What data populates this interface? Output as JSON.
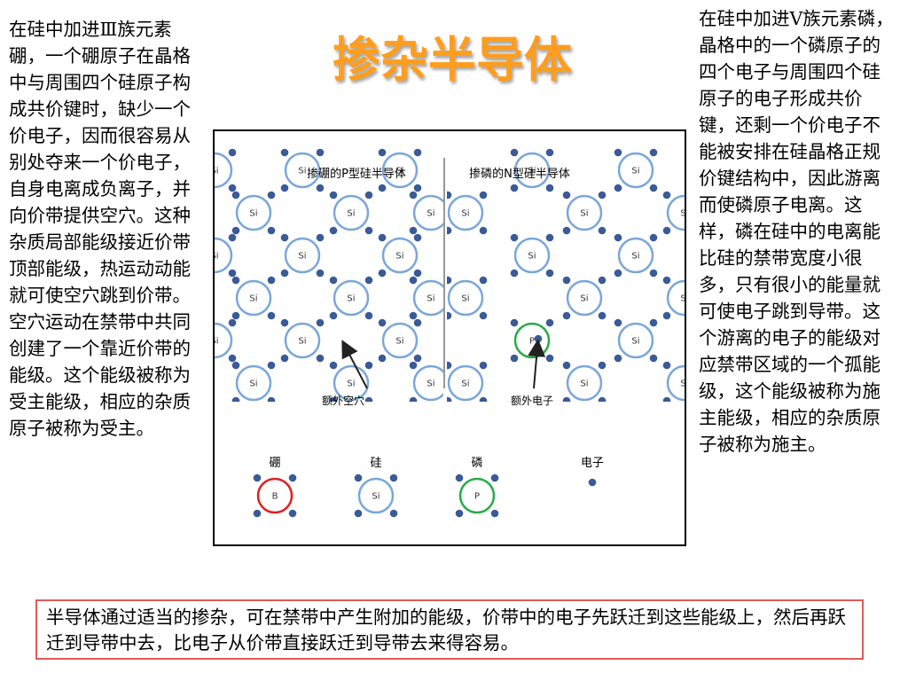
{
  "title": "掺杂半导体",
  "left_text": "在硅中加进Ⅲ族元素硼，一个硼原子在晶格中与周围四个硅原子构成共价键时，缺少一个价电子，因而很容易从别处夺来一个价电子，自身电离成负离子，并向价带提供空穴。这种杂质局部能级接近价带顶部能级，热运动动能就可使空穴跳到价带。空穴运动在禁带中共同创建了一个靠近价带的能级。这个能级被称为受主能级，相应的杂质原子被称为受主。",
  "right_text": "在硅中加进Ⅴ族元素磷，晶格中的一个磷原子的四个电子与周围四个硅原子的电子形成共价键，还剩一个价电子不能被安排在硅晶格正规价键结构中，因此游离而使磷原子电离。这样，磷在硅中的电离能比硅的禁带宽度小很多，只有很小的能量就可使电子跳到导带。这个游离的电子的能级对应禁带区域的一个孤能级，这个能级被称为施主能级，相应的杂质原子被称为施主。",
  "bottom_text": "半导体通过适当的掺杂，可在禁带中产生附加的能级，价带中的电子先跃迁到这些能级上，然后再跃迁到导带中去，比电子从价带直接跃迁到导带去来得容易。",
  "figure": {
    "p_label": "掺硼的P型硅半导体",
    "n_label": "掺磷的N型硅半导体",
    "hole_label": "额外空穴",
    "electron_label": "额外电子",
    "atom_si": "Si",
    "atom_b": "B",
    "atom_p": "P",
    "legend": [
      {
        "label": "硼",
        "symbol": "B"
      },
      {
        "label": "硅",
        "symbol": "Si"
      },
      {
        "label": "磷",
        "symbol": "P"
      },
      {
        "label": "电子",
        "symbol": ""
      }
    ]
  },
  "colors": {
    "title": "#ff9d1e",
    "si_ring": "#7aa7d9",
    "boron_ring": "#e02020",
    "phosphorus_ring": "#2aaa4a",
    "electron": "#3a5a98",
    "box_border": "#e05a5a"
  }
}
